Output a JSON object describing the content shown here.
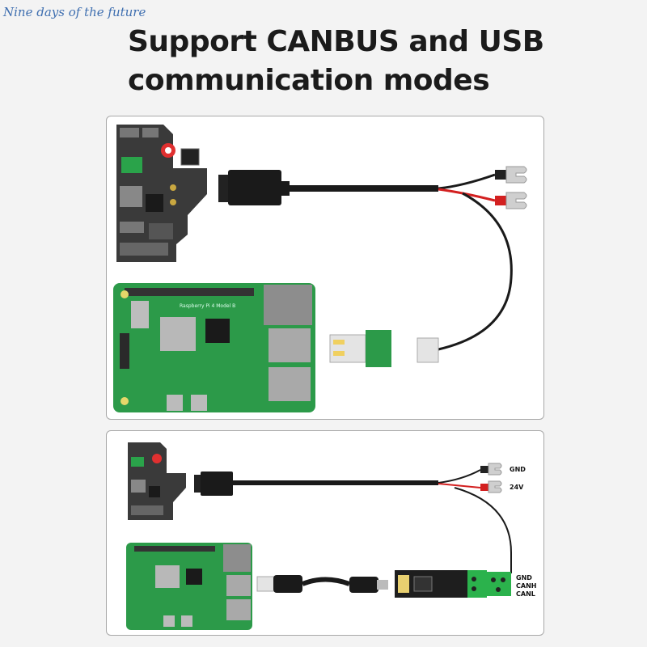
{
  "watermark": "Nine days of the future",
  "headline": {
    "line1": "Support CANBUS and USB",
    "line2": "communication modes"
  },
  "diagram_usb": {
    "board_silkscreen": "Raspberry Pi 4 Model B"
  },
  "diagram_can": {
    "terminal_gnd": "GND",
    "terminal_24v": "24V",
    "can_gnd": "GND",
    "can_h": "CANH",
    "can_l": "CANL"
  },
  "colors": {
    "pcb_green": "#2c9a49",
    "controller_board": "#3a3a3a",
    "cable_black": "#1a1a1a",
    "wire_red": "#d32020",
    "terminal_green": "#2bb24c"
  }
}
